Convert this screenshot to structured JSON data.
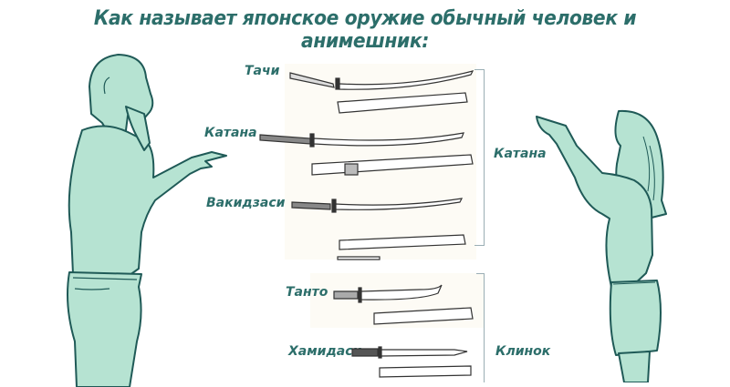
{
  "title": "Как называет японское оружие обычный человек и анимешник:",
  "colors": {
    "accent_text": "#2c6e6a",
    "figure_fill": "#b6e3d2",
    "figure_stroke": "#1f5a57",
    "bracket": "#9aaeb4",
    "sword_stroke": "#333333"
  },
  "weapons": [
    {
      "name": "Тачи"
    },
    {
      "name": "Катана"
    },
    {
      "name": "Вакидзаси"
    },
    {
      "name": "Танто"
    },
    {
      "name": "Хамидаси"
    }
  ],
  "groups": [
    {
      "label": "Катана"
    },
    {
      "label": "Клинок"
    }
  ]
}
